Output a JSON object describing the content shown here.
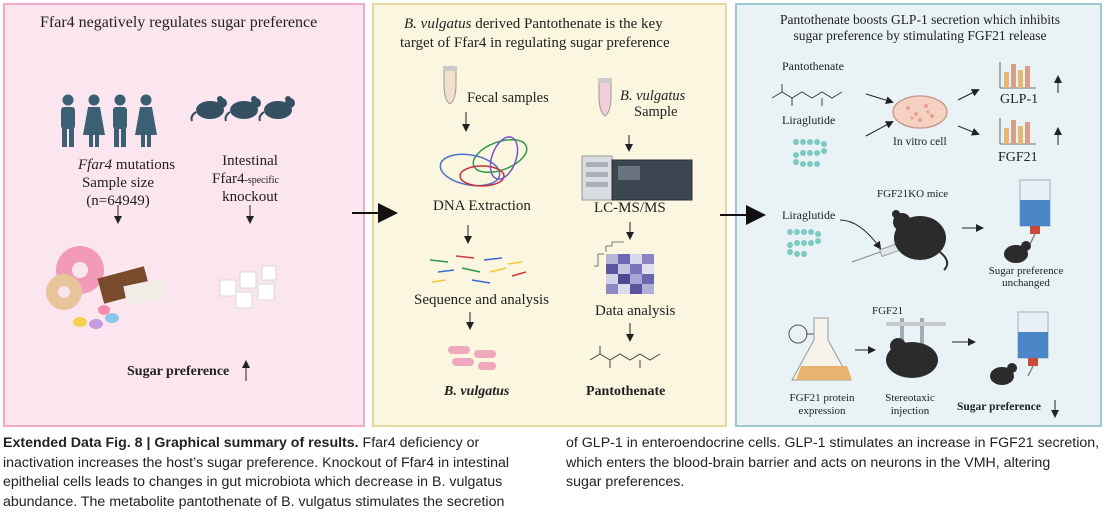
{
  "panel1": {
    "title": "Ffar4 negatively regulates sugar preference",
    "mutations_italic": "Ffar4",
    "mutations_rest": " mutations",
    "sample_size": "Sample size",
    "n": "(n=64949)",
    "intestinal": "Intestinal",
    "ffar4": "Ffar4",
    "specific": "-specific",
    "knockout": "knockout",
    "sugar_preference": "Sugar preference"
  },
  "panel2": {
    "title_italic": "B. vulgatus",
    "title_line1_rest": " derived Pantothenate is the key",
    "title_line2": "target of Ffar4 in regulating sugar preference",
    "fecal_samples": "Fecal samples",
    "dna_extraction": "DNA Extraction",
    "sequence_analysis": "Sequence and analysis",
    "b_vulgatus": "B. vulgatus",
    "sample_italic": "B. vulgatus",
    "sample": "Sample",
    "lcms": "LC-MS/MS",
    "data_analysis": "Data analysis",
    "pantothenate": "Pantothenate"
  },
  "panel3": {
    "title_line1": "Pantothenate boosts GLP-1 secretion which inhibits",
    "title_line2": "sugar preference by stimulating FGF21 release",
    "pantothenate": "Pantothenate",
    "liraglutide": "Liraglutide",
    "in_vitro": "In vitro cell",
    "glp1": "GLP-1",
    "fgf21": "FGF21",
    "liraglutide2": "Liraglutide",
    "fgf21ko": "FGF21KO mice",
    "sugar_unchanged_1": "Sugar preference",
    "sugar_unchanged_2": "unchanged",
    "fgf21_label": "FGF21",
    "protein_1": "FGF21 protein",
    "protein_2": "expression",
    "stereo_1": "Stereotaxic",
    "stereo_2": "injection",
    "sugar_preference": "Sugar preference"
  },
  "caption": {
    "label": "Extended Data Fig. 8 | Graphical summary of results.",
    "col1": [
      " Ffar4 deficiency or",
      "inactivation increases the host’s sugar preference. Knockout of Ffar4 in intestinal",
      "epithelial cells leads to changes in gut microbiota which decrease in B. vulgatus",
      "abundance. The metabolite pantothenate of B. vulgatus stimulates the secretion"
    ],
    "col2": [
      "of GLP-1 in enteroendocrine cells. GLP-1 stimulates an increase in FGF21 secretion,",
      "which enters the blood-brain barrier and acts on neurons in the VMH, altering",
      "sugar preferences."
    ]
  },
  "colors": {
    "panel1_bg": "#fbe6f0",
    "panel2_bg": "#fbf6df",
    "panel3_bg": "#e9f3f5",
    "people": "#3b5f73",
    "mice": "#355062",
    "dark": "#222222"
  },
  "icons": [
    "people-icon",
    "mouse-icon",
    "donut-icon",
    "chocolate-icon",
    "candy-icon",
    "sugar-cubes-icon",
    "tube-icon",
    "dna-icon",
    "sequence-reads-icon",
    "bacteria-icon",
    "lcms-machine-icon",
    "heatmap-icon",
    "molecule-icon",
    "petri-dish-icon",
    "bar-chart-icon",
    "peptide-icon",
    "syringe-icon",
    "mouse-dark-icon",
    "water-bottle-icon",
    "flask-icon",
    "stereotaxic-icon"
  ]
}
